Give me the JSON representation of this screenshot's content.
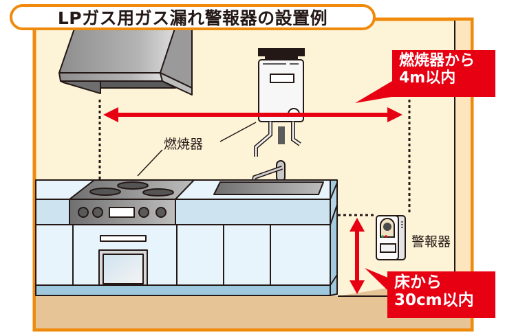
{
  "title": "LPガス用ガス漏れ警報器の設置例",
  "labels": {
    "burner": "燃焼器",
    "alarm": "警報器"
  },
  "callouts": {
    "distance": {
      "line1": "燃焼器から",
      "line2": "4m以内"
    },
    "height": {
      "line1": "床から",
      "line2": "30cm以内"
    }
  },
  "colors": {
    "frame": "#ef8a0c",
    "wall": "#fdf3d6",
    "floor": "#e6c496",
    "accent_red": "#e60012",
    "cabinet": "#e8f4fb",
    "counter_side": "#cde3f0"
  },
  "icons": [
    "range-hood-icon",
    "water-heater-icon",
    "gas-stove-icon",
    "sink-icon",
    "gas-alarm-icon",
    "double-arrow-icon"
  ]
}
